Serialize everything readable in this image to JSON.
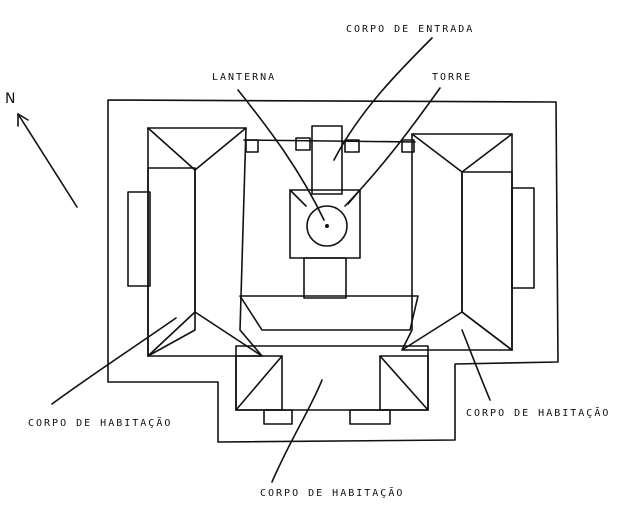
{
  "north_mark": "N",
  "labels": {
    "corpo_de_entrada": "CORPO DE ENTRADA",
    "lanterna": "LANTERNA",
    "torre": "TORRE",
    "corpo_habitacao_left": "CORPO DE HABITAÇÃO",
    "corpo_habitacao_right": "CORPO DE HABITAÇÃO",
    "corpo_habitacao_bottom": "CORPO DE HABITAÇÃO"
  }
}
